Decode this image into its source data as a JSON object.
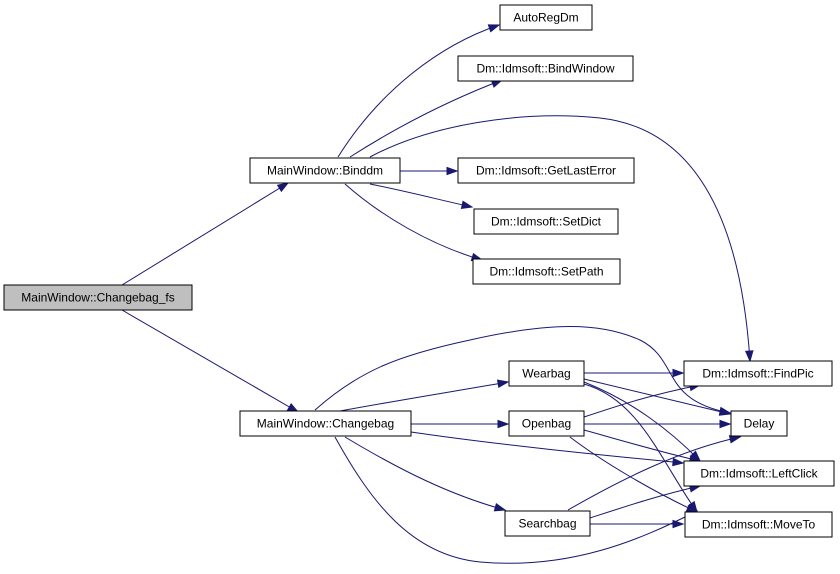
{
  "graph": {
    "edge_color": "#191970",
    "root_fill": "#bfbfbf",
    "node_fill": "#ffffff",
    "nodes": {
      "changebag_fs": "MainWindow::Changebag_fs",
      "binddm": "MainWindow::Binddm",
      "changebag": "MainWindow::Changebag",
      "autoregdm": "AutoRegDm",
      "bindwindow": "Dm::Idmsoft::BindWindow",
      "getlasterror": "Dm::Idmsoft::GetLastError",
      "setdict": "Dm::Idmsoft::SetDict",
      "setpath": "Dm::Idmsoft::SetPath",
      "findpic": "Dm::Idmsoft::FindPic",
      "wearbag": "Wearbag",
      "openbag": "Openbag",
      "searchbag": "Searchbag",
      "delay": "Delay",
      "leftclick": "Dm::Idmsoft::LeftClick",
      "moveto": "Dm::Idmsoft::MoveTo"
    },
    "edges": [
      [
        "changebag_fs",
        "binddm"
      ],
      [
        "changebag_fs",
        "changebag"
      ],
      [
        "binddm",
        "autoregdm"
      ],
      [
        "binddm",
        "bindwindow"
      ],
      [
        "binddm",
        "findpic"
      ],
      [
        "binddm",
        "getlasterror"
      ],
      [
        "binddm",
        "setdict"
      ],
      [
        "binddm",
        "setpath"
      ],
      [
        "changebag",
        "wearbag"
      ],
      [
        "changebag",
        "openbag"
      ],
      [
        "changebag",
        "searchbag"
      ],
      [
        "changebag",
        "delay"
      ],
      [
        "changebag",
        "leftclick"
      ],
      [
        "changebag",
        "moveto"
      ],
      [
        "wearbag",
        "findpic"
      ],
      [
        "wearbag",
        "delay"
      ],
      [
        "wearbag",
        "leftclick"
      ],
      [
        "wearbag",
        "moveto"
      ],
      [
        "openbag",
        "findpic"
      ],
      [
        "openbag",
        "delay"
      ],
      [
        "openbag",
        "leftclick"
      ],
      [
        "openbag",
        "moveto"
      ],
      [
        "searchbag",
        "delay"
      ],
      [
        "searchbag",
        "leftclick"
      ],
      [
        "searchbag",
        "moveto"
      ]
    ]
  }
}
